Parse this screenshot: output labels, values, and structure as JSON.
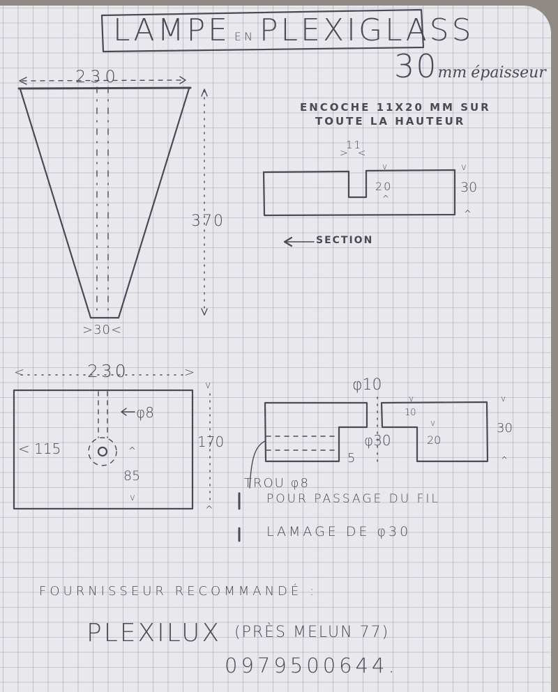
{
  "title": "LAMPE EN PLEXIGLASS",
  "title_parts": {
    "main1": "LAMPE",
    "small": "EN",
    "main2": "PLEXIGLASS"
  },
  "thickness_note": {
    "value": "30",
    "unit": "mm",
    "label": "épaisseur"
  },
  "front_view": {
    "top_width": "230",
    "height": "370",
    "bottom_width": "30"
  },
  "notch_note": {
    "line1": "ENCOCHE 11X20 MM SUR",
    "line2": "TOUTE LA HAUTEUR"
  },
  "section_view": {
    "notch_width": "11",
    "notch_depth": "20",
    "thickness": "30",
    "label": "SECTION"
  },
  "base_view": {
    "width": "230",
    "height": "170",
    "hole_diameter": "φ8",
    "offset_x": "115",
    "offset_y": "85"
  },
  "base_section": {
    "through_hole": "φ10",
    "counterbore": "φ30",
    "counterbore_depth": "10",
    "step_depth": "20",
    "total": "30",
    "bottom_gap": "5"
  },
  "notes": [
    {
      "text": "TROU φ8"
    },
    {
      "text": "POUR PASSAGE DU FIL"
    },
    {
      "text": "LAMAGE DE φ30"
    }
  ],
  "supplier": {
    "heading": "FOURNISSEUR RECOMMANDÉ :",
    "name": "PLEXILUX",
    "location": "(PRÈS MELUN 77)",
    "phone": "0979500644."
  },
  "colors": {
    "ink": "#4a4a55",
    "paper": "#e9e8ec",
    "grid": "#9a9ab0",
    "background": "#8f8b84"
  }
}
